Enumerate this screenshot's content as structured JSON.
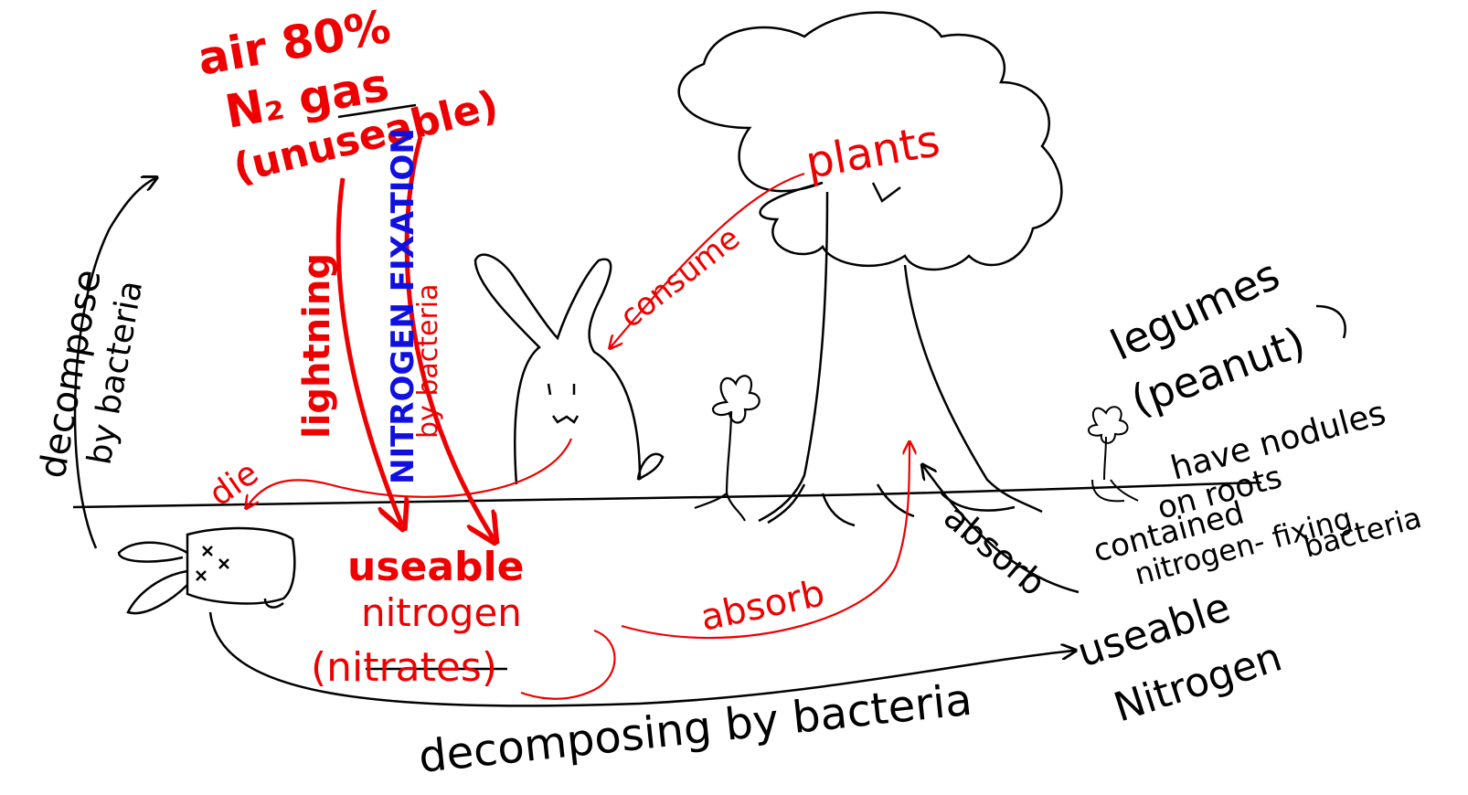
{
  "colors": {
    "ink": "#000000",
    "red": "#ee0000",
    "blue": "#1010e0",
    "paper": "#ffffff"
  },
  "labels": {
    "air_line1": "air 80%",
    "air_line2": "N₂ gas",
    "air_line3": "(unuseable)",
    "lightning": "lightning",
    "nitrogen_fixation": "NITROGEN FIXATION",
    "by_bacteria_red": "by bacteria",
    "decompose": "decompose",
    "by_bacteria_left": "by bacteria",
    "die": "die",
    "consume": "consume",
    "plants": "plants",
    "useable": "useable",
    "nitrogen": "nitrogen",
    "nitrates": "(nitrates)",
    "absorb_red": "absorb",
    "absorb_black": "absorb",
    "legumes": "legumes",
    "peanut": "(peanut)",
    "have_nodules": "have nodules",
    "on_roots": "on roots",
    "contained": "contained",
    "nitrogen_fixing": "nitrogen- fixing",
    "bacteria_right": "bacteria",
    "useable_right": "useable",
    "nitrogen_right": "Nitrogen",
    "decomposing": "decomposing by bacteria"
  },
  "icons": [
    "rabbit-drawing",
    "dead-rabbit-drawing",
    "tree-drawing",
    "flower-drawing",
    "legume-sprout-drawing"
  ]
}
